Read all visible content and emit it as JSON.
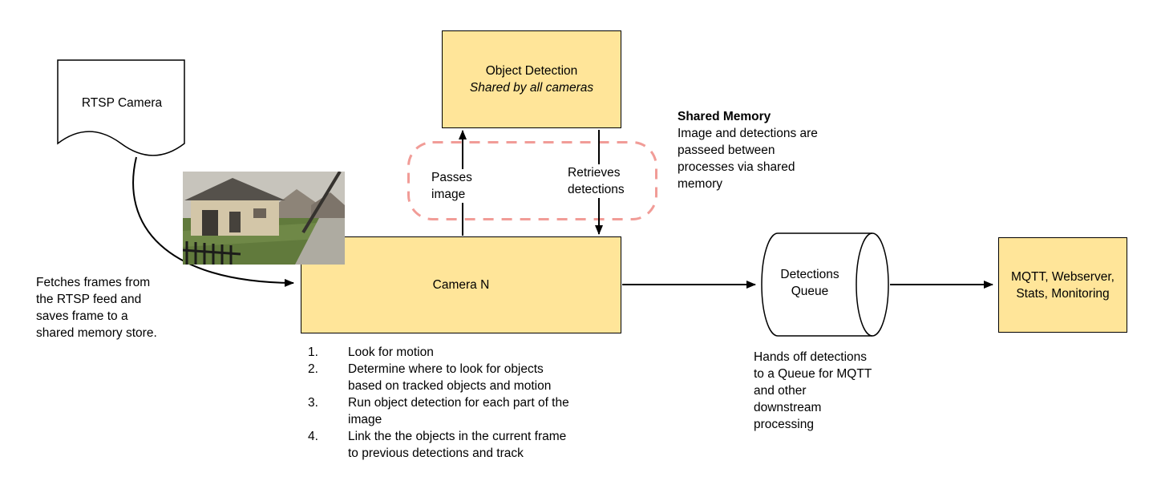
{
  "diagram": {
    "rtsp_camera": {
      "label": "RTSP Camera"
    },
    "fetch_note": "Fetches frames from the RTSP feed and saves frame to a shared memory store.",
    "object_detection": {
      "title": "Object Detection",
      "subtitle": "Shared by all cameras"
    },
    "shared_memory": {
      "title": "Shared Memory",
      "body": "Image and detections are passeed between processes via shared memory"
    },
    "edge_labels": {
      "passes_image": "Passes image",
      "retrieves_detections": "Retrieves detections"
    },
    "camera_n": {
      "label": "Camera N",
      "steps": [
        {
          "num": "1.",
          "text": "Look for motion"
        },
        {
          "num": "2.",
          "text": "Determine where to look for objects based on tracked objects and motion"
        },
        {
          "num": "3.",
          "text": "Run object detection for each part of the image"
        },
        {
          "num": "4.",
          "text": "Link the the objects in the current frame to previous detections and track"
        }
      ]
    },
    "detections_queue": {
      "label": "Detections Queue",
      "note": "Hands off detections to a Queue for MQTT and other downstream processing"
    },
    "mqtt": {
      "label": "MQTT, Webserver, Stats, Monitoring"
    },
    "colors": {
      "node_fill": "#ffe599",
      "node_border": "#000000",
      "shared_memory_outline": "#f19c97",
      "arrow": "#000000"
    }
  }
}
